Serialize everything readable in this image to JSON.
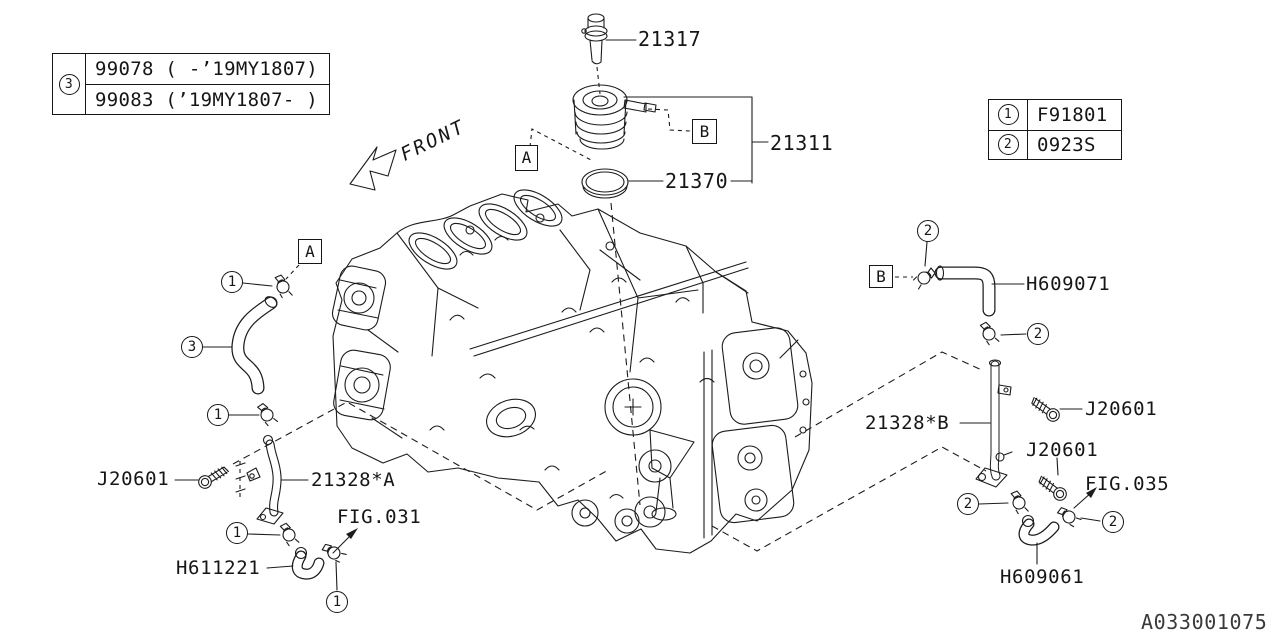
{
  "diagram_id": "A033001075",
  "labels": {
    "front": "FRONT",
    "p21317": "21317",
    "p21311": "21311",
    "p21370": "21370",
    "h609071": "H609071",
    "h611221": "H611221",
    "h609061": "H609061",
    "j20601": "J20601",
    "p21328a": "21328*A",
    "p21328b": "21328*B",
    "fig031": "FIG.031",
    "fig035": "FIG.035"
  },
  "refs": {
    "r1": "1",
    "r2": "2",
    "r3": "3",
    "boxA": "A",
    "boxB": "B"
  },
  "legend_left": {
    "ref": "3",
    "rows": [
      "99078 ( -’19MY1807)",
      "99083 (’19MY1807- )"
    ]
  },
  "legend_right": {
    "rows": [
      {
        "ref": "1",
        "code": "F91801"
      },
      {
        "ref": "2",
        "code": "0923S"
      }
    ]
  }
}
